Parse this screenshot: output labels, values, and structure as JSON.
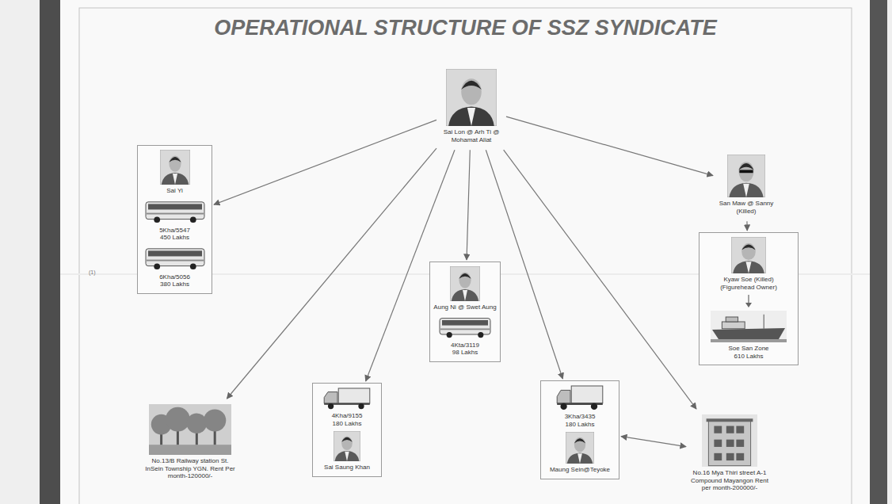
{
  "diagram": {
    "title": "OPERATIONAL STRUCTURE OF SSZ SYNDICATE",
    "nodes": [
      {
        "text": [
          "Sai Lon @ Arh Ti @ Mohamat Aliat"
        ]
      },
      {
        "text": [
          "Sai Yi",
          "5Kha/5547 450 Lakhs",
          "6Kha/5056 380 Lakhs"
        ]
      },
      {
        "text": [
          "San Maw @ Sanny (Killed)"
        ]
      },
      {
        "text": [
          "Kyaw Soe (Killed) (Figurehead Owner)",
          "Soe San Zone 610 Lakhs"
        ]
      },
      {
        "text": [
          "Aung Ni @ Swet Aung",
          "4Kta/3119 98 Lakhs"
        ]
      },
      {
        "text": [
          "No.13/B Railway station St. InSein Township YGN. Rent Per month-120000/-"
        ]
      },
      {
        "text": [
          "4Kha/9155 180 Lakhs",
          "Sai Saung Khan"
        ]
      },
      {
        "text": [
          "3Kha/3435 180 Lakhs",
          "Maung Sein@Teyoke"
        ]
      },
      {
        "text": [
          "No.16 Mya Thiri street A-1 Compound Mayangon Rent per month-200000/-"
        ]
      }
    ],
    "edges": [
      {
        "from": 0,
        "to": 1,
        "arrow": "to"
      },
      {
        "from": 0,
        "to": 2,
        "arrow": "to"
      },
      {
        "from": 2,
        "to": 3,
        "arrow": "to"
      },
      {
        "from": 0,
        "to": 4,
        "arrow": "to"
      },
      {
        "from": 0,
        "to": 5,
        "arrow": "to"
      },
      {
        "from": 0,
        "to": 6,
        "arrow": "to"
      },
      {
        "from": 0,
        "to": 7,
        "arrow": "to"
      },
      {
        "from": 0,
        "to": 8,
        "arrow": "to"
      },
      {
        "from": 7,
        "to": 8,
        "arrow": "both"
      }
    ],
    "labels": [
      "(1)"
    ]
  }
}
